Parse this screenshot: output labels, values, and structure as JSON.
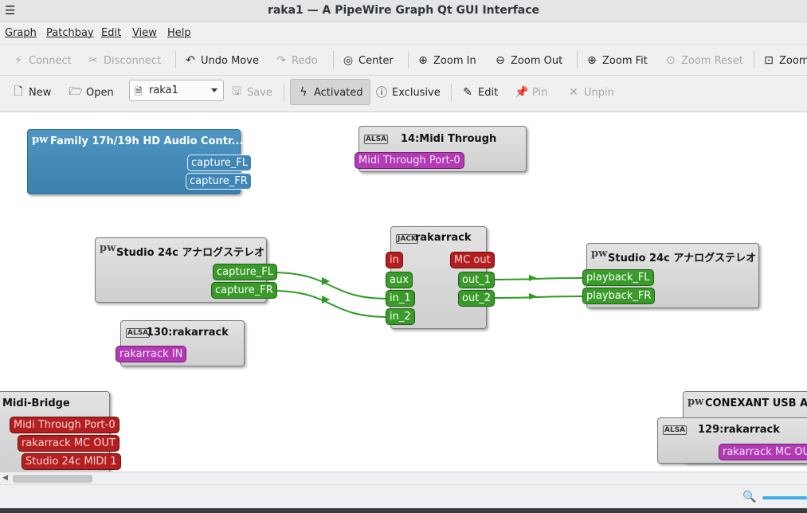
{
  "window": {
    "title": "raka1 — A PipeWire Graph Qt GUI Interface"
  },
  "menu": [
    "Graph",
    "Patchbay",
    "Edit",
    "View",
    "Help"
  ],
  "toolbar1": {
    "connect": "Connect",
    "disconnect": "Disconnect",
    "undo_move": "Undo Move",
    "redo": "Redo",
    "center": "Center",
    "zoom_in": "Zoom In",
    "zoom_out": "Zoom Out",
    "zoom_fit": "Zoom Fit",
    "zoom_reset": "Zoom Reset",
    "zoom_range": "Zoom"
  },
  "toolbar2": {
    "new": "New",
    "open": "Open",
    "patchbay_select": "raka1",
    "save": "Save",
    "activated": "Activated",
    "exclusive": "Exclusive",
    "edit": "Edit",
    "pin": "Pin",
    "unpin": "Unpin"
  },
  "nodes": {
    "family": {
      "badge": "pw",
      "title": "Family 17h/19h HD Audio Contr...",
      "ports": [
        "capture_FL",
        "capture_FR"
      ]
    },
    "midi_through": {
      "badge": "ALSA",
      "title": "14:Midi Through",
      "ports": [
        "Midi Through Port-0"
      ]
    },
    "studio_in": {
      "badge": "pw",
      "title": "Studio 24c アナログステレオ",
      "ports": [
        "capture_FL",
        "capture_FR"
      ]
    },
    "rakarrack": {
      "badge": "JACK",
      "title": "rakarrack",
      "in_ports": [
        "in",
        "aux",
        "in_1",
        "in_2"
      ],
      "out_ports": [
        "MC out",
        "out_1",
        "out_2"
      ]
    },
    "studio_out": {
      "badge": "pw",
      "title": "Studio 24c アナログステレオ",
      "ports": [
        "playback_FL",
        "playback_FR"
      ]
    },
    "alsa130": {
      "badge": "ALSA",
      "title": "130:rakarrack",
      "ports": [
        "rakarrack IN"
      ]
    },
    "midi_bridge": {
      "title": "Midi-Bridge",
      "ports": [
        "Midi Through Port-0",
        "rakarrack MC OUT",
        "Studio 24c MIDI 1"
      ]
    },
    "conexant": {
      "badge": "pw",
      "title": "CONEXANT USB AUD"
    },
    "alsa129": {
      "badge": "ALSA",
      "title": "129:rakarrack",
      "ports": [
        "rakarrack MC OUT"
      ]
    }
  },
  "colors": {
    "audio_port": "#3a9a2a",
    "midi_port": "#b23bb5",
    "alsa_midi_port": "#b51e1e",
    "selected_node": "#4f95c2",
    "connection": "#2e9a22"
  }
}
